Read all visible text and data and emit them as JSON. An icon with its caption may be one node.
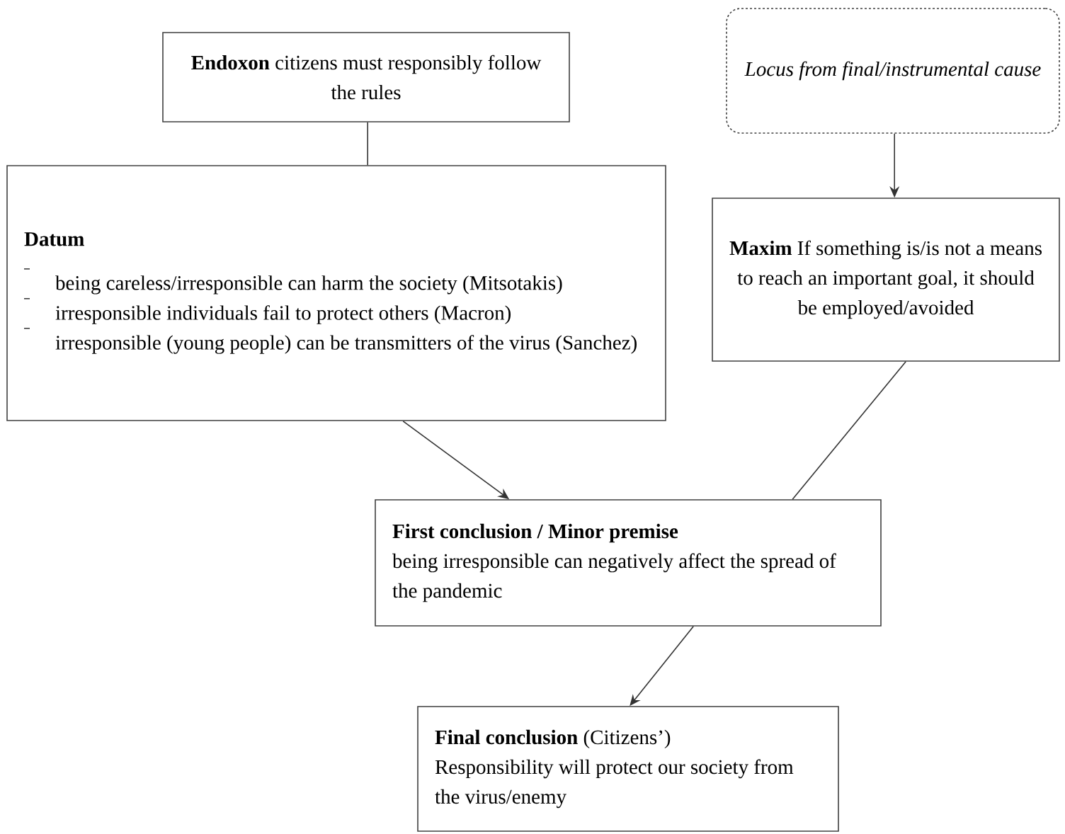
{
  "diagram": {
    "nodes": [
      {
        "text": [
          "**Endoxon** citizens must responsibly follow the rules"
        ]
      },
      {
        "text": [
          "Locus from final/instrumental cause"
        ]
      },
      {
        "text": [
          "Datum",
          "being careless/irresponsible can harm the society (Mitsotakis)",
          "irresponsible individuals fail to protect others (Macron)",
          "irresponsible (young people) can be transmitters of the virus (Sanchez)"
        ]
      },
      {
        "text": [
          "**Maxim** If something is/is not a means to reach an important goal, it should be employed/avoided"
        ]
      },
      {
        "text": [
          "First conclusion / Minor premise",
          "being irresponsible can negatively affect the spread of the pandemic"
        ]
      },
      {
        "text": [
          "**Final conclusion** (Citizens’)",
          "Responsibility will protect our society from the virus/enemy"
        ]
      }
    ],
    "edges": [
      {
        "from": 0,
        "to": 2,
        "arrow": "none"
      },
      {
        "from": 1,
        "to": 3,
        "arrow": "to"
      },
      {
        "from": 2,
        "to": 4,
        "arrow": "to"
      },
      {
        "from": 3,
        "to": 4,
        "arrow": "none"
      },
      {
        "from": 4,
        "to": 5,
        "arrow": "to"
      }
    ]
  }
}
